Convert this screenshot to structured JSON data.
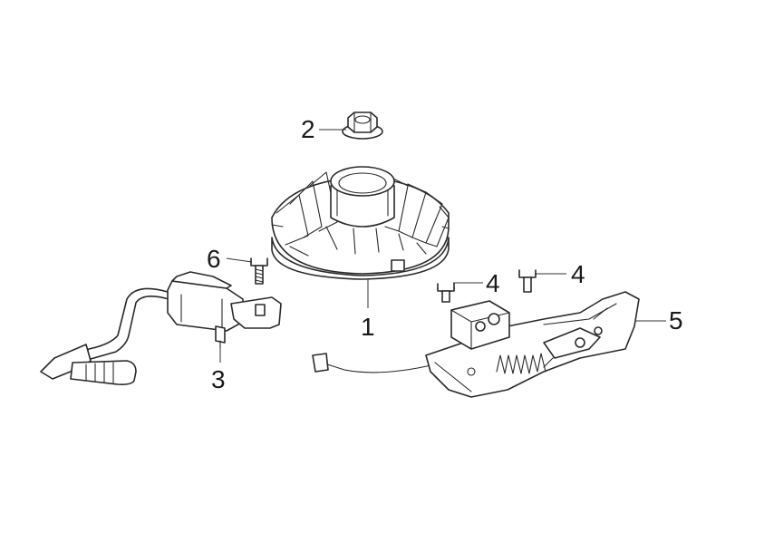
{
  "callouts": {
    "c1": "1",
    "c2": "2",
    "c3": "3",
    "c4a": "4",
    "c4b": "4",
    "c5": "5",
    "c6": "6"
  },
  "colors": {
    "line": "#2a2a2a",
    "background": "#ffffff"
  }
}
